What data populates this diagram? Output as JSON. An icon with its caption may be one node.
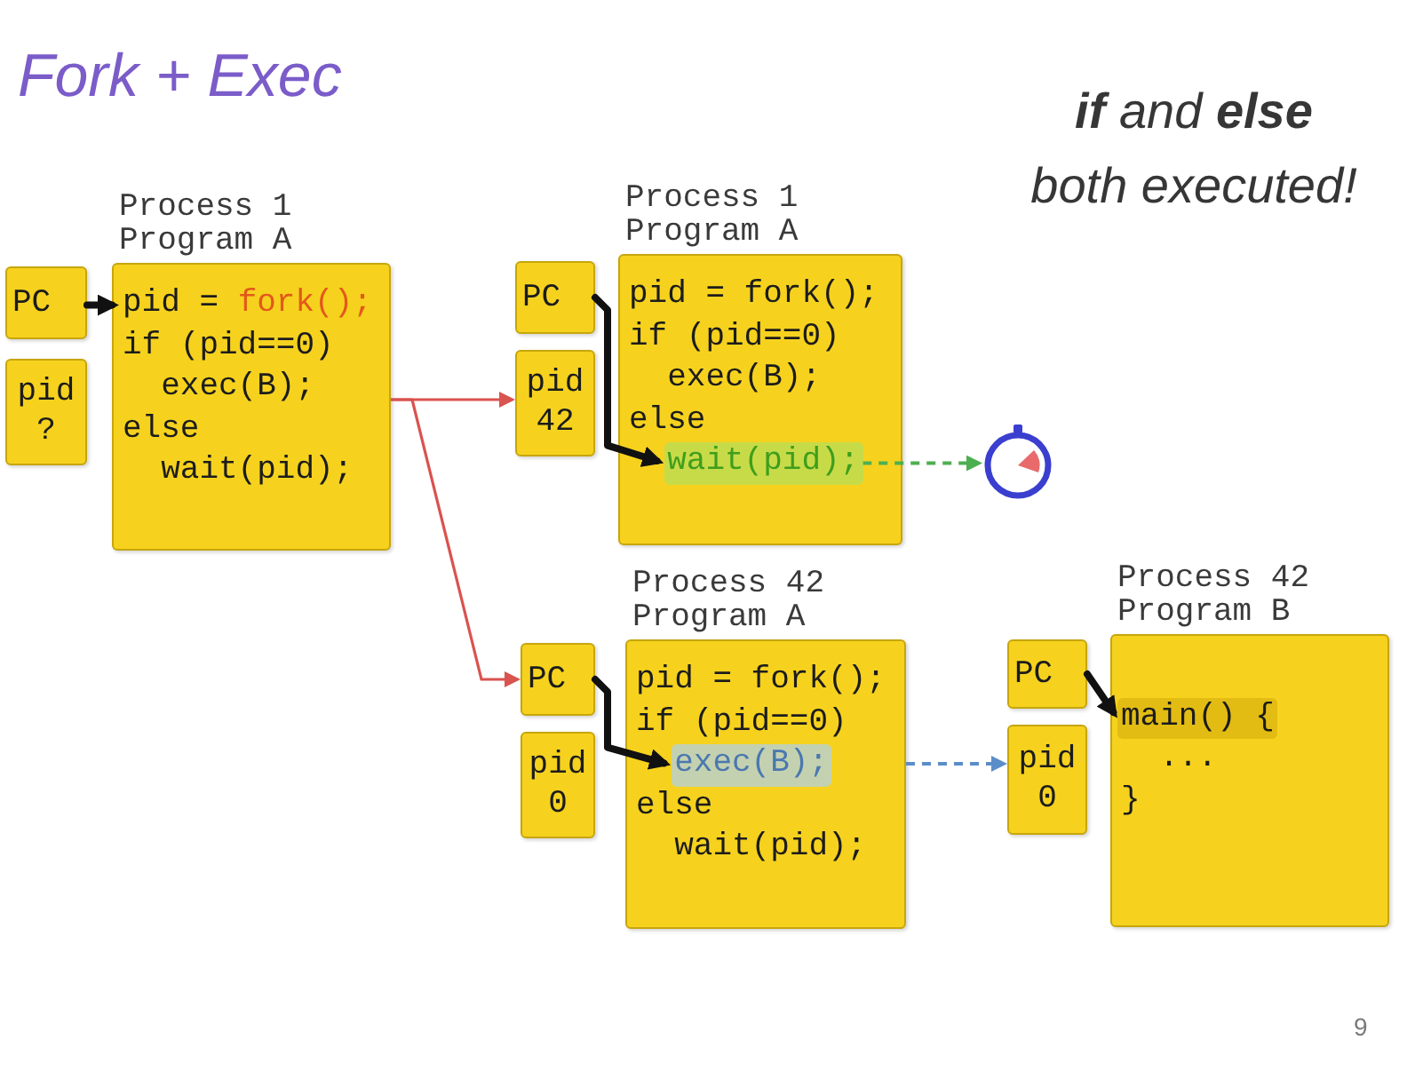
{
  "diagram": {
    "title": "Fork + Exec",
    "nodes": [
      {
        "text": [
          "PC"
        ]
      },
      {
        "text": [
          "pid",
          "?"
        ]
      },
      {
        "text": [
          "Process 1",
          "Program A",
          "if (pid==0)",
          "exec(B);",
          "else",
          "wait(pid);"
        ]
      },
      {
        "text": [
          "pid = fork();"
        ],
        "in": 2
      },
      {
        "text": [
          "PC"
        ]
      },
      {
        "text": [
          "pid",
          "42"
        ]
      },
      {
        "text": [
          "Process 1",
          "Program A",
          "pid = fork();",
          "if (pid==0)",
          "exec(B);",
          "else"
        ]
      },
      {
        "text": [
          "wait(pid);"
        ],
        "in": 6
      },
      {
        "text": [],
        "shape": "circle"
      },
      {
        "text": [
          "PC"
        ]
      },
      {
        "text": [
          "pid",
          "0"
        ]
      },
      {
        "text": [
          "Process 42",
          "Program A",
          "pid = fork();",
          "if (pid==0)",
          "else",
          "wait(pid);"
        ]
      },
      {
        "text": [
          "exec(B);"
        ],
        "in": 11
      },
      {
        "text": [
          "PC"
        ]
      },
      {
        "text": [
          "pid",
          "0"
        ]
      },
      {
        "text": [
          "Process 42",
          "Program B",
          "...",
          "}"
        ]
      },
      {
        "text": [
          "main() {"
        ],
        "in": 15
      }
    ],
    "edges": [
      {
        "from": 0,
        "to": 3,
        "arrow": "to",
        "style": "thick"
      },
      {
        "from": 2,
        "to": 5,
        "arrow": "to",
        "color": "#d9534f"
      },
      {
        "from": 2,
        "to": 9,
        "arrow": "to",
        "color": "#d9534f"
      },
      {
        "from": 4,
        "to": 7,
        "arrow": "to",
        "style": "thick"
      },
      {
        "from": 7,
        "to": 8,
        "arrow": "to",
        "style": "dashed",
        "color": "#4caf50"
      },
      {
        "from": 9,
        "to": 12,
        "arrow": "to",
        "style": "thick"
      },
      {
        "from": 11,
        "to": 14,
        "arrow": "to",
        "style": "dashed",
        "color": "#5b8ec9"
      },
      {
        "from": 13,
        "to": 16,
        "arrow": "to",
        "style": "thick"
      }
    ],
    "labels": [
      "**if** and **else**",
      "both executed!",
      "9"
    ]
  }
}
